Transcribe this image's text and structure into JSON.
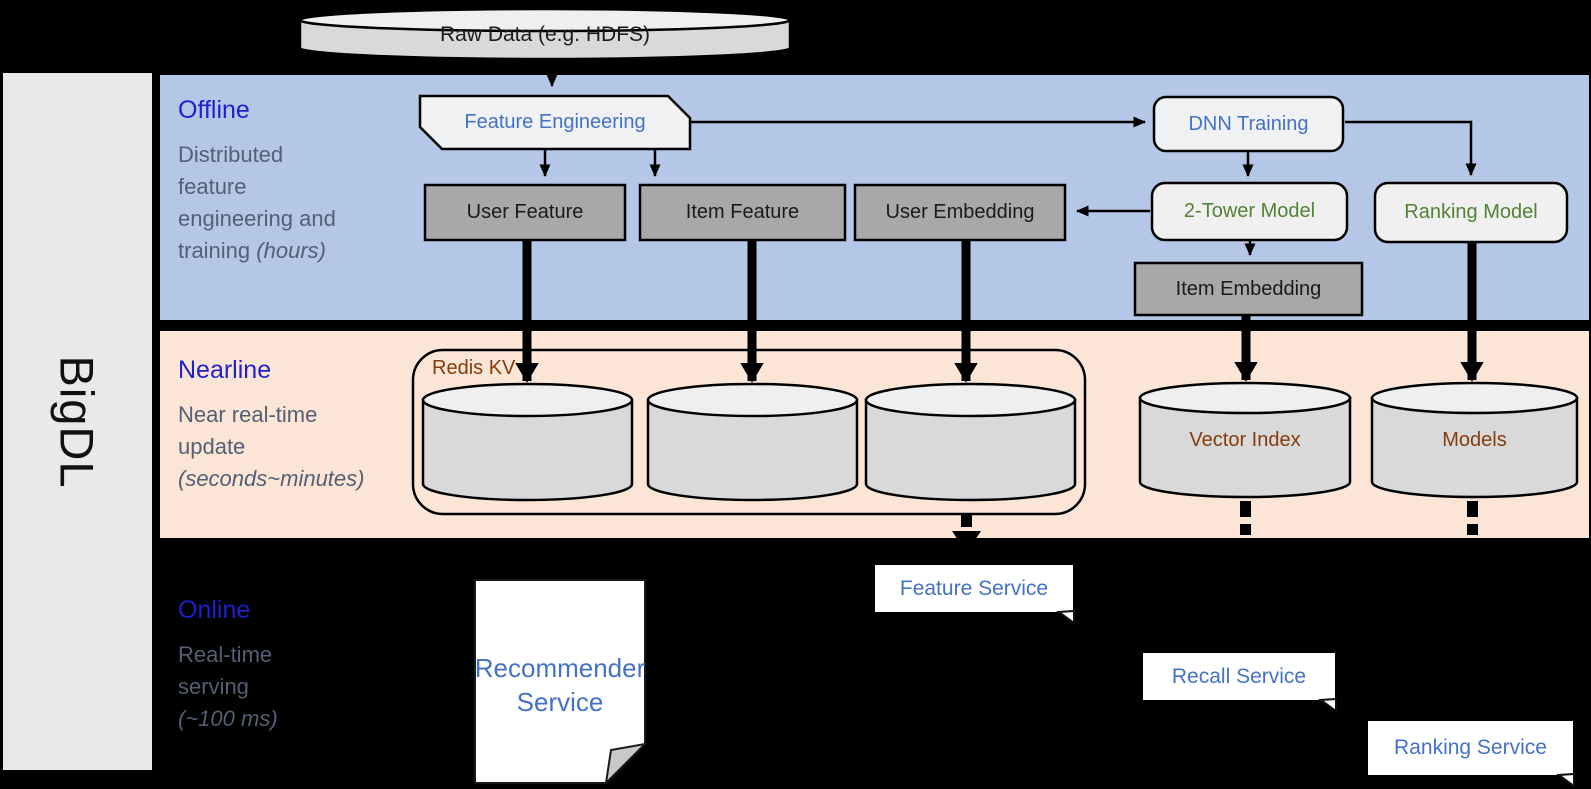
{
  "colors": {
    "band_offline": "#b4c7e7",
    "band_nearline": "#fbe5d6",
    "background": "#000000",
    "sidebar_gray": "#e9e9e9",
    "section_title_blue": "#1f1fcb",
    "node_label_blue": "#4472c4",
    "node_label_green": "#538135",
    "node_label_brown": "#843c0c",
    "gray_box": "#a8a8a8",
    "light_box": "#eff1f3",
    "cylinder_body": "#d9d9d9"
  },
  "sidebar": {
    "label": "BigDL"
  },
  "raw_data": {
    "label": "Raw Data (e.g. HDFS)"
  },
  "sections": [
    {
      "id": "offline",
      "title": "Offline",
      "lines": [
        {
          "text": "Distributed"
        },
        {
          "text": "feature"
        },
        {
          "text": "engineering and"
        },
        {
          "text": "training ",
          "italic": "(hours)"
        }
      ]
    },
    {
      "id": "nearline",
      "title": "Nearline",
      "lines": [
        {
          "text": "Near real-time"
        },
        {
          "text": "update"
        },
        {
          "italic": "(seconds~minutes)"
        }
      ]
    },
    {
      "id": "online",
      "title": "Online",
      "lines": [
        {
          "text": "Real-time"
        },
        {
          "text": "serving"
        },
        {
          "italic": "(~100 ms)"
        }
      ]
    }
  ],
  "nodes": {
    "feature_engineering": {
      "label": "Feature Engineering"
    },
    "dnn_training": {
      "label": "DNN Training"
    },
    "user_feature": {
      "label": "User Feature"
    },
    "item_feature": {
      "label": "Item Feature"
    },
    "user_embedding": {
      "label": "User Embedding"
    },
    "two_tower_model": {
      "label": "2-Tower Model"
    },
    "ranking_model": {
      "label": "Ranking Model"
    },
    "item_embedding": {
      "label": "Item Embedding"
    },
    "redis_kv": {
      "label": "Redis KV"
    },
    "vector_index": {
      "label": "Vector Index"
    },
    "models": {
      "label": "Models"
    }
  },
  "services": {
    "recommender": {
      "label_line1": "Recommender",
      "label_line2": "Service"
    },
    "feature": {
      "label": "Feature Service"
    },
    "recall": {
      "label": "Recall Service"
    },
    "ranking": {
      "label": "Ranking Service"
    }
  }
}
